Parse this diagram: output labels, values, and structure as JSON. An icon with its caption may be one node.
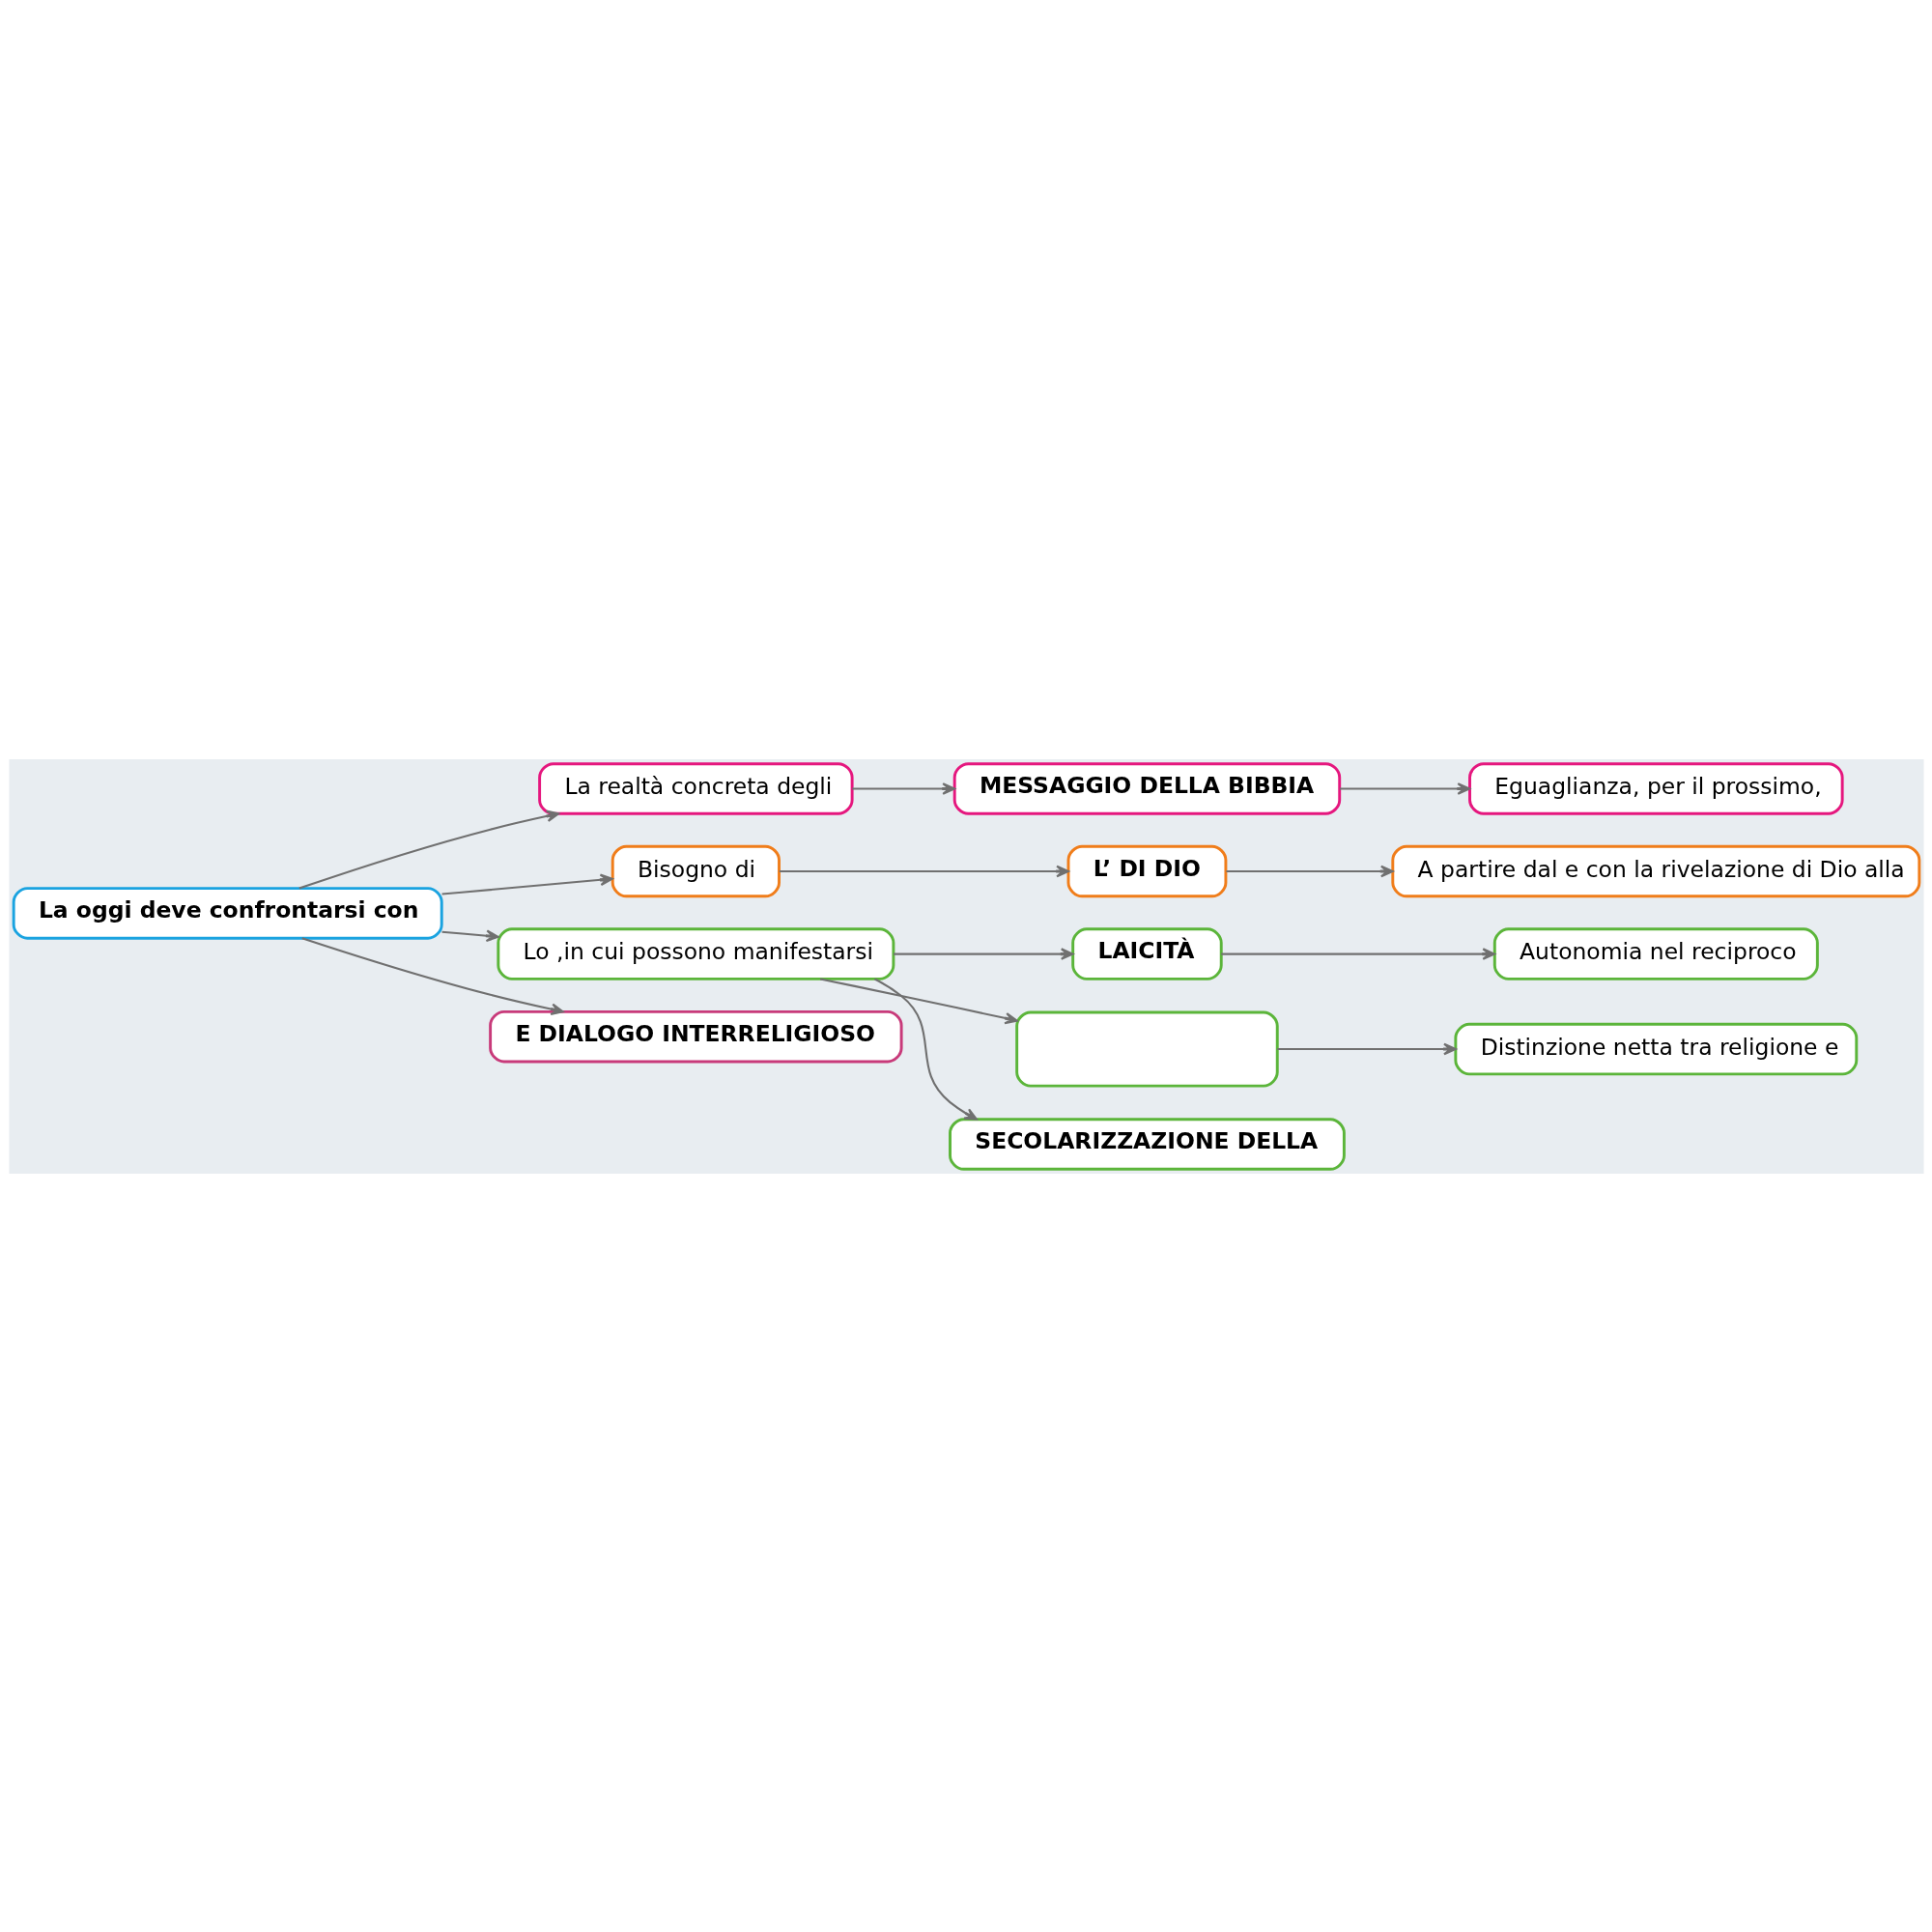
{
  "diagram": {
    "nodes": [
      {
        "text": [
          "La oggi deve confrontarsi con"
        ]
      },
      {
        "text": [
          "La realtà concreta degli"
        ]
      },
      {
        "text": [
          "MESSAGGIO DELLA BIBBIA"
        ]
      },
      {
        "text": [
          "Eguaglianza, per il prossimo,"
        ]
      },
      {
        "text": [
          "Bisogno di"
        ]
      },
      {
        "text": [
          "L’ DI DIO"
        ]
      },
      {
        "text": [
          "A partire dal e con la rivelazione di Dio alla"
        ]
      },
      {
        "text": [
          "Lo ,in cui possono manifestarsi"
        ]
      },
      {
        "text": [
          "LAICITÀ"
        ]
      },
      {
        "text": [
          "Autonomia nel reciproco"
        ]
      },
      {
        "text": [],
        "shape": "box"
      },
      {
        "text": [
          "Distinzione netta tra religione e"
        ]
      },
      {
        "text": [
          "SECOLARIZZAZIONE DELLA"
        ]
      },
      {
        "text": [
          "E DIALOGO INTERRELIGIOSO"
        ]
      }
    ],
    "edges": [
      {
        "from": 0,
        "to": 1,
        "arrow": "to"
      },
      {
        "from": 0,
        "to": 4,
        "arrow": "to"
      },
      {
        "from": 0,
        "to": 7,
        "arrow": "to"
      },
      {
        "from": 0,
        "to": 13,
        "arrow": "to"
      },
      {
        "from": 1,
        "to": 2,
        "arrow": "to"
      },
      {
        "from": 2,
        "to": 3,
        "arrow": "to"
      },
      {
        "from": 4,
        "to": 5,
        "arrow": "to"
      },
      {
        "from": 5,
        "to": 6,
        "arrow": "to"
      },
      {
        "from": 7,
        "to": 8,
        "arrow": "to"
      },
      {
        "from": 7,
        "to": 10,
        "arrow": "to"
      },
      {
        "from": 7,
        "to": 12,
        "arrow": "to"
      },
      {
        "from": 8,
        "to": 9,
        "arrow": "to"
      },
      {
        "from": 10,
        "to": 11,
        "arrow": "to"
      }
    ]
  }
}
